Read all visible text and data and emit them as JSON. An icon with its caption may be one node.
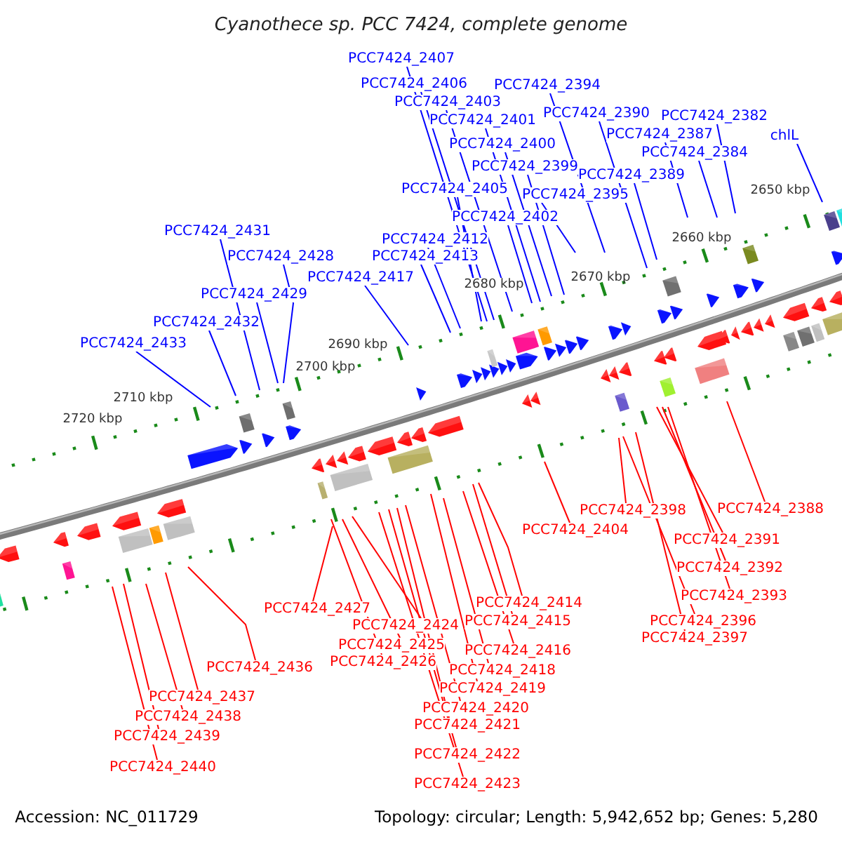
{
  "diagram": {
    "title": "Cyanothece sp. PCC 7424, complete genome",
    "nodes": [
      {
        "text": [
          "PCC7424_2407"
        ]
      },
      {
        "text": [
          "PCC7424_2406"
        ]
      },
      {
        "text": [
          "PCC7424_2394"
        ]
      },
      {
        "text": [
          "PCC7424_2403"
        ]
      },
      {
        "text": [
          "PCC7424_2382"
        ]
      },
      {
        "text": [
          "PCC7424_2390"
        ]
      },
      {
        "text": [
          "PCC7424_2401"
        ]
      },
      {
        "text": [
          "chlL"
        ]
      },
      {
        "text": [
          "PCC7424_2387"
        ]
      },
      {
        "text": [
          "PCC7424_2400"
        ]
      },
      {
        "text": [
          "PCC7424_2384"
        ]
      },
      {
        "text": [
          "PCC7424_2399"
        ]
      },
      {
        "text": [
          "PCC7424_2389"
        ]
      },
      {
        "text": [
          "PCC7424_2405"
        ]
      },
      {
        "text": [
          "PCC7424_2395"
        ]
      },
      {
        "text": [
          "PCC7424_2402"
        ]
      },
      {
        "text": [
          "PCC7424_2431"
        ]
      },
      {
        "text": [
          "PCC7424_2412"
        ]
      },
      {
        "text": [
          "PCC7424_2428"
        ]
      },
      {
        "text": [
          "PCC7424_2413"
        ]
      },
      {
        "text": [
          "PCC7424_2417"
        ]
      },
      {
        "text": [
          "PCC7424_2429"
        ]
      },
      {
        "text": [
          "PCC7424_2432"
        ]
      },
      {
        "text": [
          "PCC7424_2433"
        ]
      },
      {
        "text": [
          "PCC7424_2398"
        ]
      },
      {
        "text": [
          "PCC7424_2388"
        ]
      },
      {
        "text": [
          "PCC7424_2404"
        ]
      },
      {
        "text": [
          "PCC7424_2391"
        ]
      },
      {
        "text": [
          "PCC7424_2392"
        ]
      },
      {
        "text": [
          "PCC7424_2393"
        ]
      },
      {
        "text": [
          "PCC7424_2414"
        ]
      },
      {
        "text": [
          "PCC7424_2427"
        ]
      },
      {
        "text": [
          "PCC7424_2415"
        ]
      },
      {
        "text": [
          "PCC7424_2396"
        ]
      },
      {
        "text": [
          "PCC7424_2424"
        ]
      },
      {
        "text": [
          "PCC7424_2397"
        ]
      },
      {
        "text": [
          "PCC7424_2425"
        ]
      },
      {
        "text": [
          "PCC7424_2416"
        ]
      },
      {
        "text": [
          "PCC7424_2426"
        ]
      },
      {
        "text": [
          "PCC7424_2436"
        ]
      },
      {
        "text": [
          "PCC7424_2418"
        ]
      },
      {
        "text": [
          "PCC7424_2419"
        ]
      },
      {
        "text": [
          "PCC7424_2437"
        ]
      },
      {
        "text": [
          "PCC7424_2420"
        ]
      },
      {
        "text": [
          "PCC7424_2438"
        ]
      },
      {
        "text": [
          "PCC7424_2421"
        ]
      },
      {
        "text": [
          "PCC7424_2439"
        ]
      },
      {
        "text": [
          "PCC7424_2422"
        ]
      },
      {
        "text": [
          "PCC7424_2440"
        ]
      },
      {
        "text": [
          "PCC7424_2423"
        ]
      }
    ],
    "edges": [
      {
        "from": 0,
        "to": null,
        "arrow": "none",
        "color": "#0000ff"
      },
      {
        "from": 1,
        "to": null,
        "arrow": "none",
        "color": "#0000ff"
      },
      {
        "from": 2,
        "to": null,
        "arrow": "none",
        "color": "#0000ff"
      },
      {
        "from": 3,
        "to": null,
        "arrow": "none",
        "color": "#0000ff"
      },
      {
        "from": 4,
        "to": null,
        "arrow": "none",
        "color": "#0000ff"
      },
      {
        "from": 5,
        "to": null,
        "arrow": "none",
        "color": "#0000ff"
      },
      {
        "from": 6,
        "to": null,
        "arrow": "none",
        "color": "#0000ff"
      },
      {
        "from": 7,
        "to": null,
        "arrow": "none",
        "color": "#0000ff"
      },
      {
        "from": 8,
        "to": null,
        "arrow": "none",
        "color": "#0000ff"
      },
      {
        "from": 9,
        "to": null,
        "arrow": "none",
        "color": "#0000ff"
      },
      {
        "from": 10,
        "to": null,
        "arrow": "none",
        "color": "#0000ff"
      },
      {
        "from": 11,
        "to": null,
        "arrow": "none",
        "color": "#0000ff"
      },
      {
        "from": 12,
        "to": null,
        "arrow": "none",
        "color": "#0000ff"
      },
      {
        "from": 13,
        "to": null,
        "arrow": "none",
        "color": "#0000ff"
      },
      {
        "from": 14,
        "to": null,
        "arrow": "none",
        "color": "#0000ff"
      },
      {
        "from": 15,
        "to": null,
        "arrow": "none",
        "color": "#0000ff"
      },
      {
        "from": 16,
        "to": null,
        "arrow": "none",
        "color": "#0000ff"
      },
      {
        "from": 17,
        "to": null,
        "arrow": "none",
        "color": "#0000ff"
      },
      {
        "from": 18,
        "to": null,
        "arrow": "none",
        "color": "#0000ff"
      },
      {
        "from": 19,
        "to": null,
        "arrow": "none",
        "color": "#0000ff"
      },
      {
        "from": 20,
        "to": null,
        "arrow": "none",
        "color": "#0000ff"
      },
      {
        "from": 21,
        "to": null,
        "arrow": "none",
        "color": "#0000ff"
      },
      {
        "from": 22,
        "to": null,
        "arrow": "none",
        "color": "#0000ff"
      },
      {
        "from": 23,
        "to": null,
        "arrow": "none",
        "color": "#0000ff"
      },
      {
        "from": 24,
        "to": null,
        "arrow": "none"
      },
      {
        "from": 25,
        "to": null,
        "arrow": "none"
      },
      {
        "from": 26,
        "to": null,
        "arrow": "none"
      },
      {
        "from": 27,
        "to": null,
        "arrow": "none"
      },
      {
        "from": 28,
        "to": null,
        "arrow": "none"
      },
      {
        "from": 29,
        "to": null,
        "arrow": "none"
      },
      {
        "from": 30,
        "to": null,
        "arrow": "none"
      },
      {
        "from": 31,
        "to": null,
        "arrow": "none"
      },
      {
        "from": 32,
        "to": null,
        "arrow": "none"
      },
      {
        "from": 33,
        "to": null,
        "arrow": "none"
      },
      {
        "from": 34,
        "to": null,
        "arrow": "none"
      },
      {
        "from": 35,
        "to": null,
        "arrow": "none"
      },
      {
        "from": 36,
        "to": null,
        "arrow": "none"
      },
      {
        "from": 37,
        "to": null,
        "arrow": "none"
      },
      {
        "from": 38,
        "to": null,
        "arrow": "none"
      },
      {
        "from": 39,
        "to": null,
        "arrow": "none"
      },
      {
        "from": 40,
        "to": null,
        "arrow": "none"
      },
      {
        "from": 41,
        "to": null,
        "arrow": "none"
      },
      {
        "from": 42,
        "to": null,
        "arrow": "none"
      },
      {
        "from": 43,
        "to": null,
        "arrow": "none"
      },
      {
        "from": 44,
        "to": null,
        "arrow": "none"
      },
      {
        "from": 45,
        "to": null,
        "arrow": "none"
      },
      {
        "from": 46,
        "to": null,
        "arrow": "none"
      },
      {
        "from": 47,
        "to": null,
        "arrow": "none"
      },
      {
        "from": 48,
        "to": null,
        "arrow": "none"
      },
      {
        "from": 49,
        "to": null,
        "arrow": "none"
      }
    ],
    "labels": [
      "2650 kbp",
      "2660 kbp",
      "2670 kbp",
      "2680 kbp",
      "2690 kbp",
      "2700 kbp",
      "2710 kbp",
      "2720 kbp",
      "Accession: NC_011729",
      "Topology: circular; Length: 5,942,652 bp; Genes: 5,280"
    ]
  }
}
